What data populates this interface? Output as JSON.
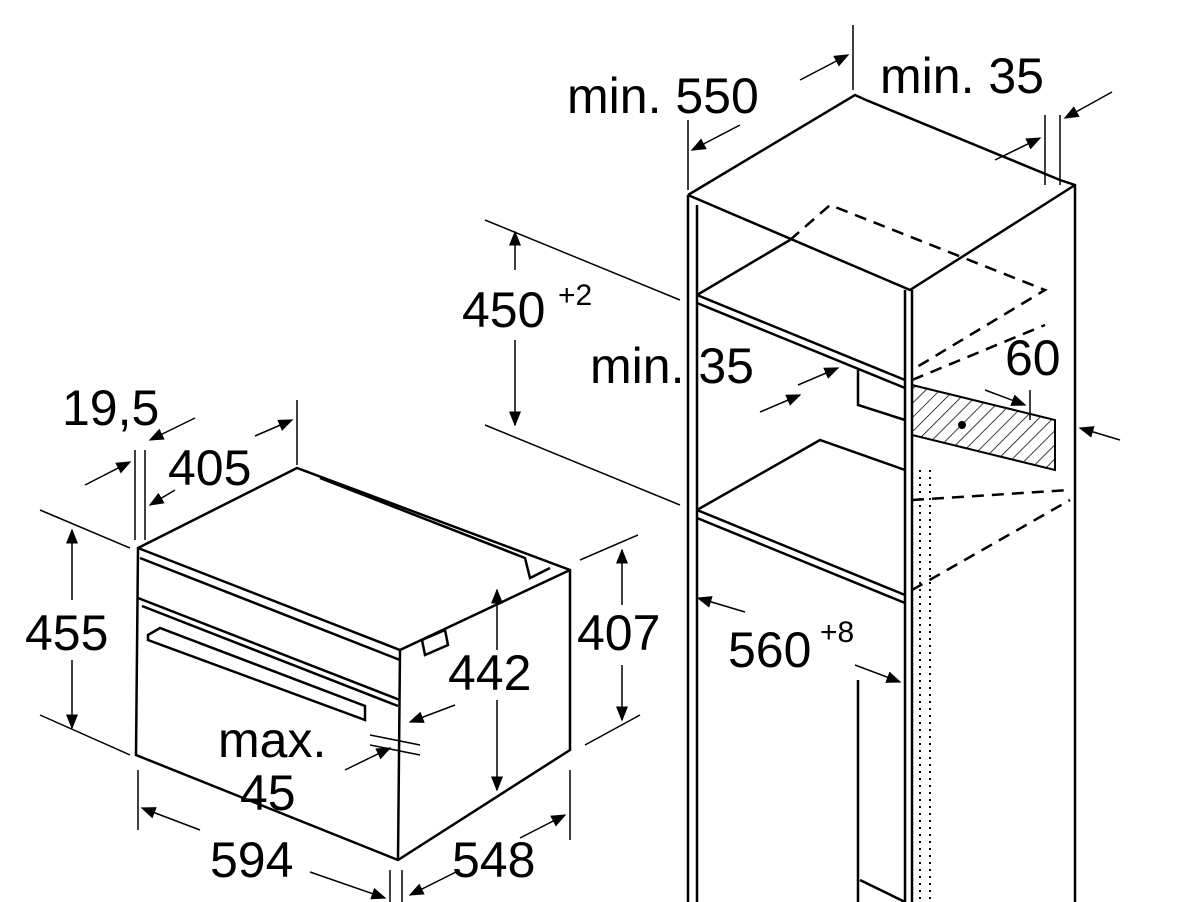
{
  "labels": {
    "cabinet_depth": "min. 550",
    "rear_gap": "min. 35",
    "niche_height": "450",
    "niche_height_tol": "+2",
    "top_gap": "min. 35",
    "vent_depth": "60",
    "niche_width": "560",
    "niche_width_tol": "+8",
    "front_offset": "19,5",
    "top_depth": "405",
    "appliance_height": "455",
    "body_height": "442",
    "side_height": "407",
    "max_label": "max.",
    "max_value": "45",
    "appliance_width": "594",
    "appliance_depth": "548"
  }
}
